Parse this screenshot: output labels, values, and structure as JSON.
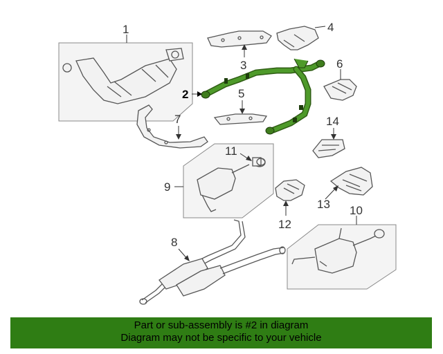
{
  "diagram": {
    "callouts": [
      "1",
      "2",
      "3",
      "4",
      "5",
      "6",
      "7",
      "8",
      "9",
      "10",
      "11",
      "12",
      "13",
      "14"
    ],
    "highlight_color": "#2f7d14",
    "highlighted_part": "2"
  },
  "banner": {
    "line1": "Part or sub-assembly is #2 in diagram",
    "line2": "Diagram may not be specific to your vehicle",
    "background": "#2f7d14"
  }
}
